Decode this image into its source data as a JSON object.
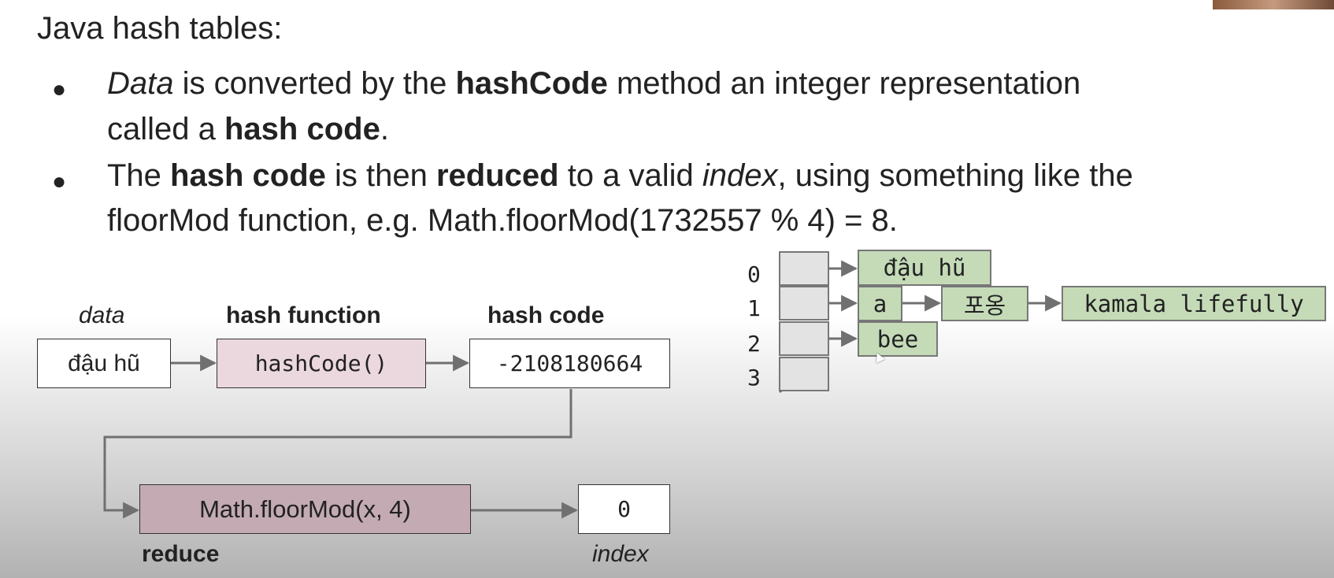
{
  "slide": {
    "title": "Java hash tables:",
    "bullets": [
      {
        "line1": [
          {
            "text": "Data",
            "style": "italic"
          },
          {
            "text": " is converted by the ",
            "style": "normal"
          },
          {
            "text": "hashCode",
            "style": "bold"
          },
          {
            "text": " method an integer representation",
            "style": "normal"
          }
        ],
        "line2": [
          {
            "text": "called a ",
            "style": "normal"
          },
          {
            "text": "hash code",
            "style": "bold"
          },
          {
            "text": ".",
            "style": "normal"
          }
        ]
      },
      {
        "line1": [
          {
            "text": "The ",
            "style": "normal"
          },
          {
            "text": "hash code",
            "style": "bold"
          },
          {
            "text": " is then ",
            "style": "normal"
          },
          {
            "text": "reduced",
            "style": "bold"
          },
          {
            "text": " to a valid ",
            "style": "normal"
          },
          {
            "text": "index",
            "style": "italic"
          },
          {
            "text": ", using something like the",
            "style": "normal"
          }
        ],
        "line2": [
          {
            "text": "floorMod function, e.g. Math.floorMod(1732557 % 4) = 8.",
            "style": "normal"
          }
        ]
      }
    ]
  },
  "pipeline": {
    "labels": {
      "data": "data",
      "hash_function": "hash function",
      "hash_code": "hash code",
      "reduce": "reduce",
      "index": "index"
    },
    "data_value": "đậu hũ",
    "hash_function_value": "hashCode()",
    "hash_code_value": "-2108180664",
    "reduce_value": "Math.floorMod(x, 4)",
    "index_value": "0"
  },
  "table": {
    "indices": [
      "0",
      "1",
      "2",
      "3"
    ],
    "bucket0": [
      "đậu hũ"
    ],
    "bucket1": [
      "a",
      "포옹",
      "kamala lifefully"
    ],
    "bucket2": [
      "bee"
    ],
    "bucket3_empty": true
  },
  "colors": {
    "pink_box": "#ebd7de",
    "mauve_box": "#c3aab3",
    "green_node": "#c5dbb8",
    "gray_cell": "#e3e3e3",
    "arrow": "#707070"
  }
}
